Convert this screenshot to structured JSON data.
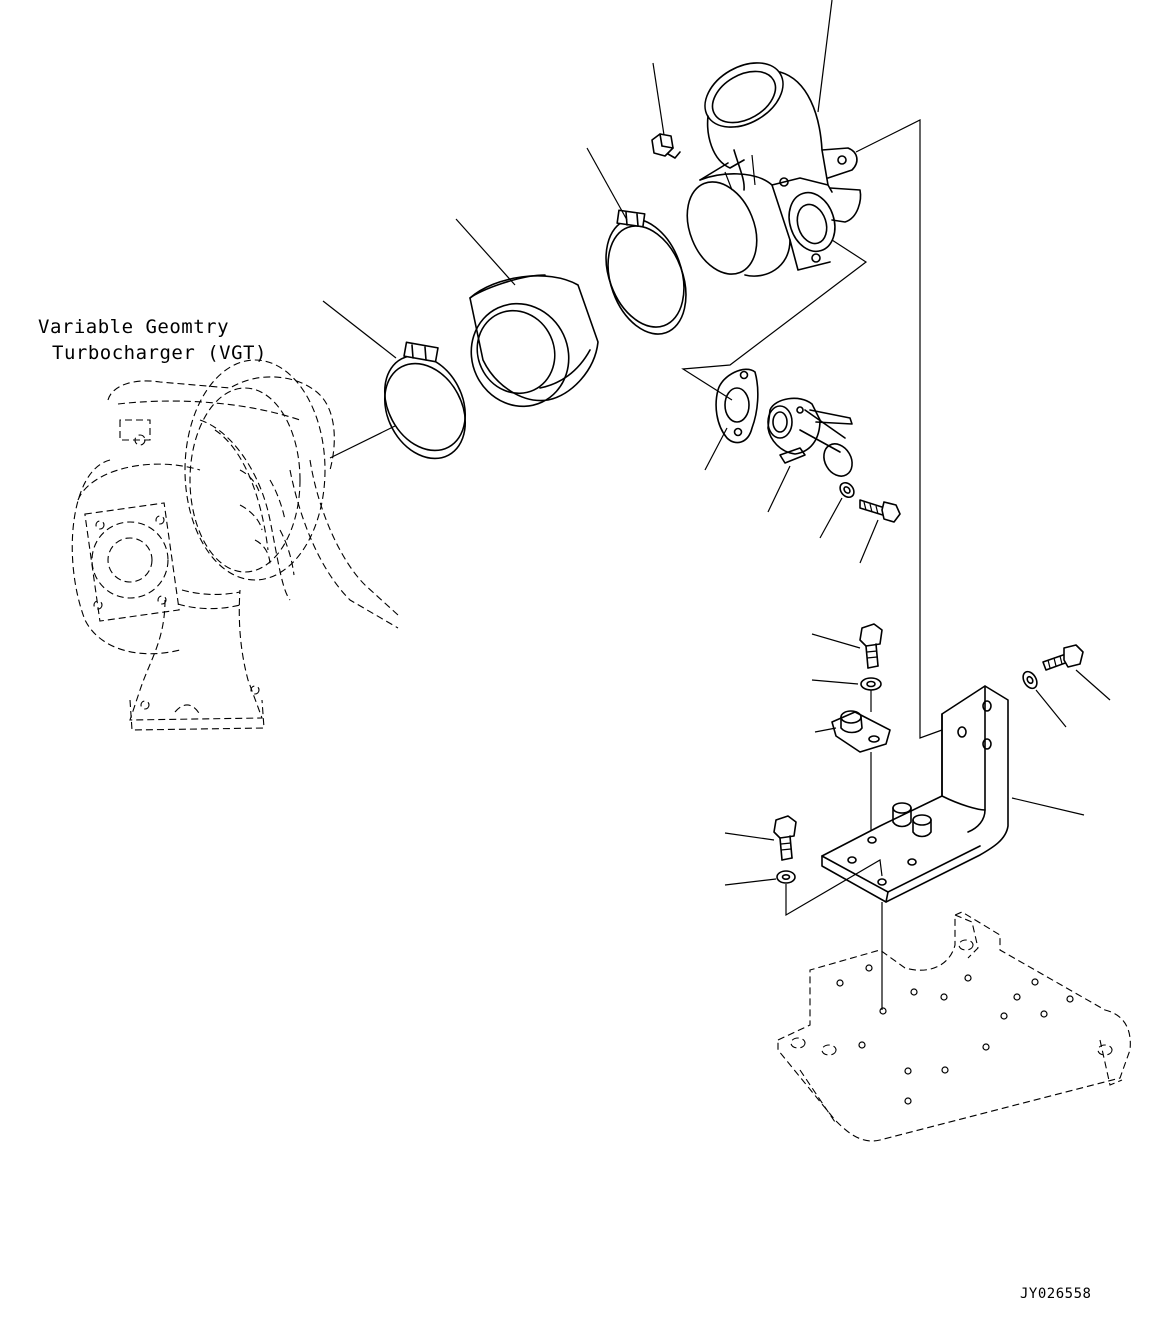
{
  "title_lines": [
    "Variable Geomtry",
    "Turbocharger (VGT)"
  ],
  "drawing_id": "JY026558",
  "icons": [
    "turbocharger-outline-icon",
    "elbow-pipe-icon",
    "hose-clamp-icon",
    "hose-sleeve-icon",
    "gasket-icon",
    "water-connector-icon",
    "bolt-icon",
    "washer-icon",
    "spacer-icon",
    "mounting-bracket-icon",
    "base-plate-outline-icon"
  ]
}
